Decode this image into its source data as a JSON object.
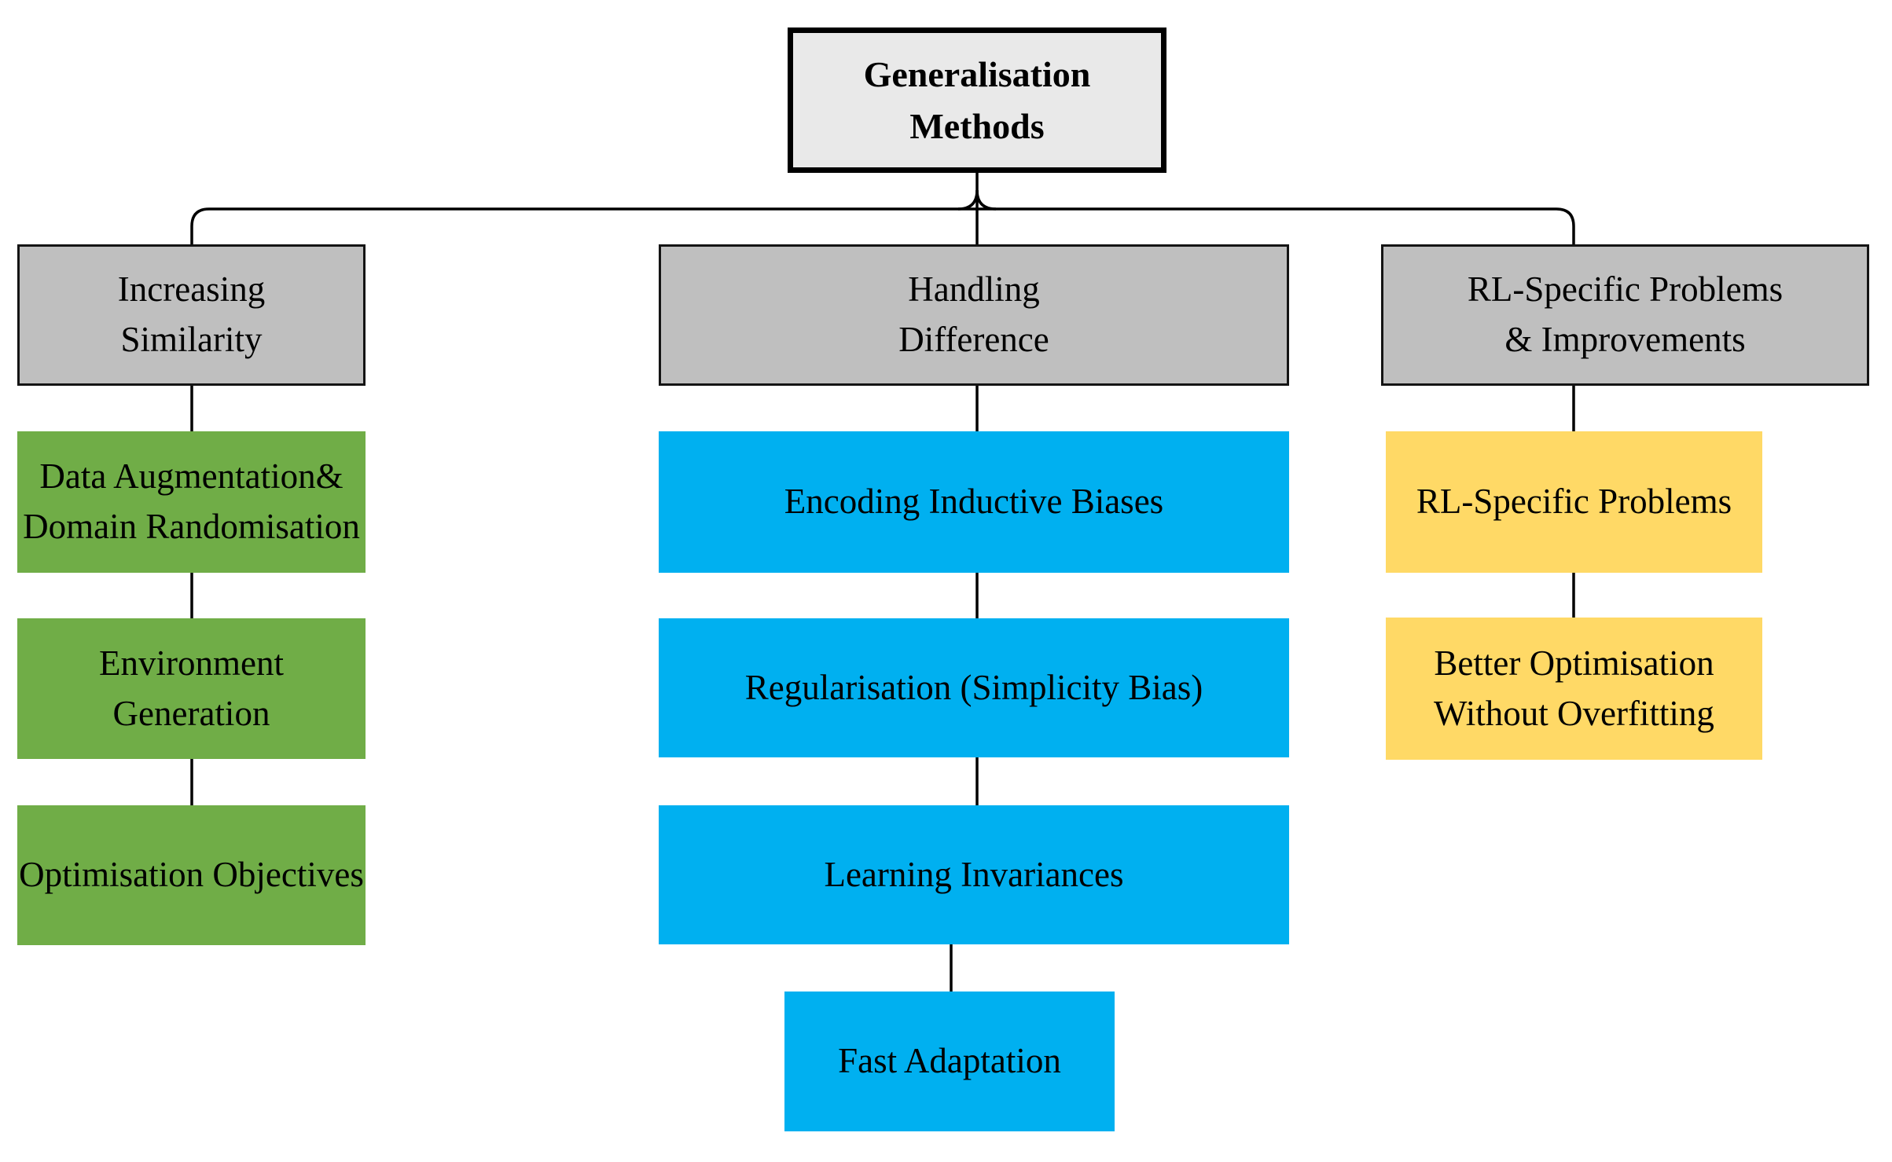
{
  "diagram": {
    "kind": "flowchart-taxonomy",
    "root": {
      "label": "Generalisation\nMethods"
    },
    "columns": [
      {
        "header": {
          "label": "Increasing\nSimilarity"
        },
        "accent_color": "#70ad47",
        "children": [
          {
            "label": "Data Augmentation&\nDomain Randomisation"
          },
          {
            "label": "Environment Generation"
          },
          {
            "label": "Optimisation Objectives"
          }
        ]
      },
      {
        "header": {
          "label": "Handling\nDifference"
        },
        "accent_color": "#00b0f0",
        "children": [
          {
            "label": "Encoding Inductive Biases"
          },
          {
            "label": "Regularisation (Simplicity Bias)"
          },
          {
            "label": "Learning Invariances"
          },
          {
            "label": "Fast Adaptation"
          }
        ]
      },
      {
        "header": {
          "label": "RL-Specific Problems\n& Improvements"
        },
        "accent_color": "#ffd966",
        "children": [
          {
            "label": "RL-Specific Problems"
          },
          {
            "label": "Better Optimisation\nWithout Overfitting"
          }
        ]
      }
    ],
    "colors": {
      "root_fill": "#e9e9e9",
      "header_fill": "#bfbfbf",
      "green_fill": "#70ad47",
      "blue_fill": "#00b0f0",
      "yellow_fill": "#ffd966",
      "line_color": "#000000",
      "background": "#ffffff"
    }
  }
}
